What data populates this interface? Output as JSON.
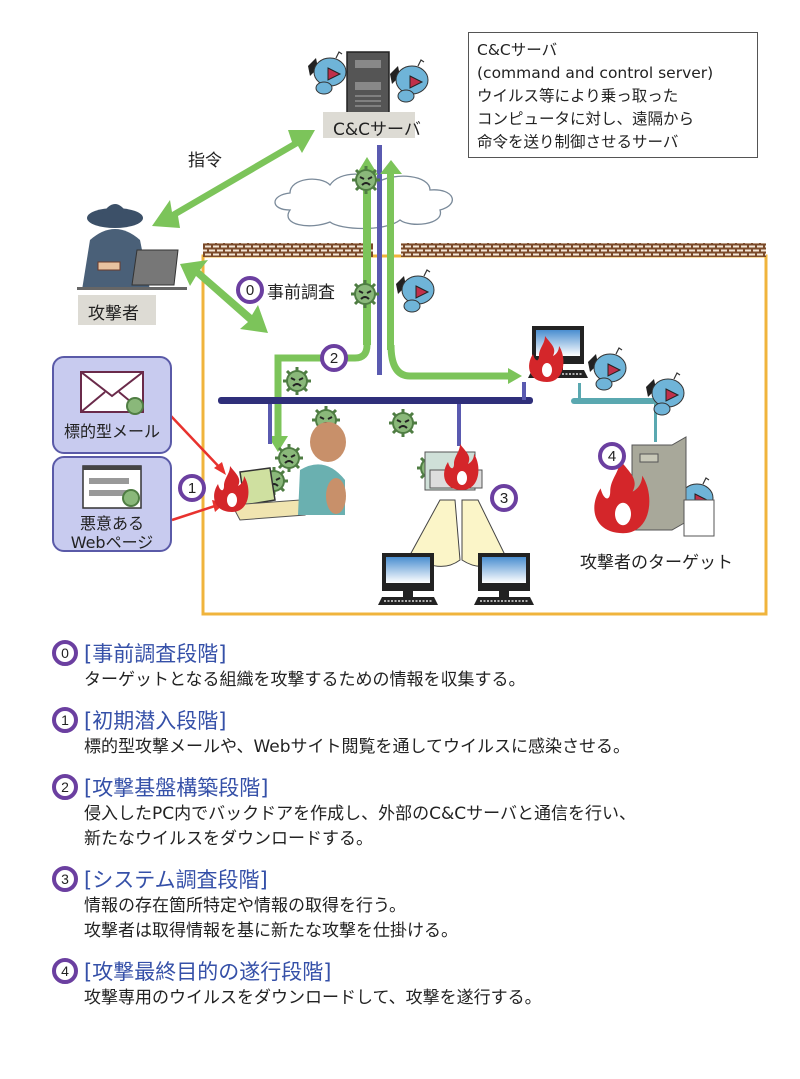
{
  "info_box": {
    "lines": [
      "C&Cサーバ",
      "(command and control server)",
      "ウイルス等により乗っ取った",
      "コンピュータに対し、遠隔から",
      "命令を送り制御させるサーバ"
    ]
  },
  "labels": {
    "cc_server": "C&Cサーバ",
    "command": "指令",
    "attacker": "攻撃者",
    "recon": "事前調査",
    "target": "攻撃者のターゲット",
    "mail": "標的型メール",
    "web_line1": "悪意ある",
    "web_line2": "Webページ"
  },
  "badges": {
    "b0": "0",
    "b1": "1",
    "b2": "2",
    "b3": "3",
    "b4": "4"
  },
  "colors": {
    "arrow_green": "#7cc45a",
    "network_blue": "#2f2f7a",
    "network_teal": "#5aa8b0",
    "boundary_orange": "#f0b43c",
    "firewall_brick": "#7a4a2a",
    "badge_purple": "#6b3fa0",
    "fire_red": "#d4262a",
    "title_blue": "#3550a8",
    "virus_green": "#5a8a4a"
  },
  "icons": [
    "server-icon",
    "virus-icon",
    "bat-creature-icon",
    "cloud-icon",
    "firewall-icon",
    "hacker-icon",
    "laptop-icon",
    "envelope-icon",
    "webpage-icon",
    "fire-icon",
    "desktop-pc-icon",
    "printer-icon",
    "spotlight-icon",
    "document-icon"
  ],
  "stages": [
    {
      "num": "0",
      "title": "[事前調査段階]",
      "desc": [
        "ターゲットとなる組織を攻撃するための情報を収集する。"
      ]
    },
    {
      "num": "1",
      "title": "[初期潜入段階]",
      "desc": [
        "標的型攻撃メールや、Webサイト閲覧を通してウイルスに感染させる。"
      ]
    },
    {
      "num": "2",
      "title": "[攻撃基盤構築段階]",
      "desc": [
        "侵入したPC内でバックドアを作成し、外部のC&Cサーバと通信を行い、",
        "新たなウイルスをダウンロードする。"
      ]
    },
    {
      "num": "3",
      "title": "[システム調査段階]",
      "desc": [
        "情報の存在箇所特定や情報の取得を行う。",
        "攻撃者は取得情報を基に新たな攻撃を仕掛ける。"
      ]
    },
    {
      "num": "4",
      "title": "[攻撃最終目的の遂行段階]",
      "desc": [
        "攻撃専用のウイルスをダウンロードして、攻撃を遂行する。"
      ]
    }
  ]
}
